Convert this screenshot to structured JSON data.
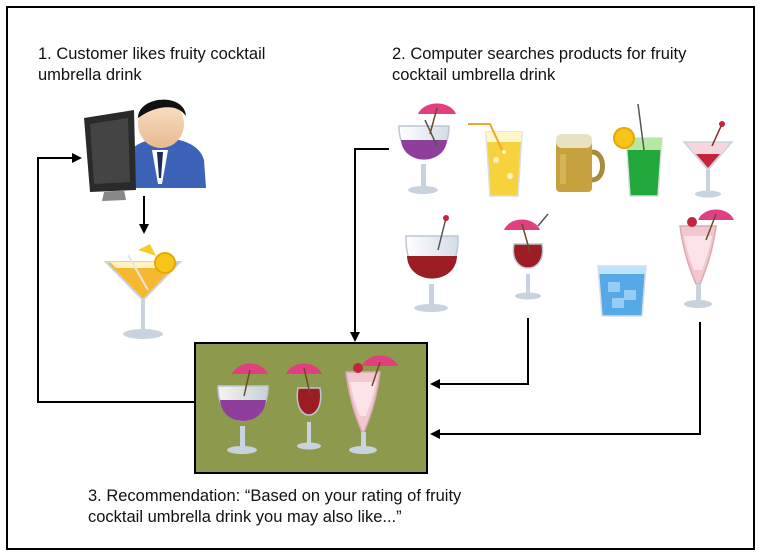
{
  "steps": {
    "step1": "1. Customer likes fruity cocktail\n    umbrella drink",
    "step2": "2. Computer searches products for fruity\n    cocktail umbrella drink",
    "step3": "3. Recommendation: “Based on your rating of fruity\n    cocktail umbrella drink you may also like...”"
  },
  "colors": {
    "frame": "#000000",
    "recommendation_box": "#8d9a4e",
    "purple_drink": "#8e3f9c",
    "red_wine": "#9c1c24",
    "green_drink": "#22a83a",
    "lemonade": "#f6d23c",
    "blue_drink": "#55a9e6",
    "pink_drink": "#f2c7cf",
    "umbrella": "#e0407f",
    "monitor": "#2a2a2a",
    "person_shirt": "#3d63b8"
  },
  "icons": [
    "customer-at-computer-icon",
    "cocktail-glass-icon",
    "purple-umbrella-cocktail-icon",
    "lemonade-icon",
    "beer-mug-icon",
    "green-drink-icon",
    "martini-icon",
    "red-wine-icon",
    "red-umbrella-cocktail-icon",
    "blue-ice-drink-icon",
    "pink-umbrella-cocktail-icon"
  ]
}
